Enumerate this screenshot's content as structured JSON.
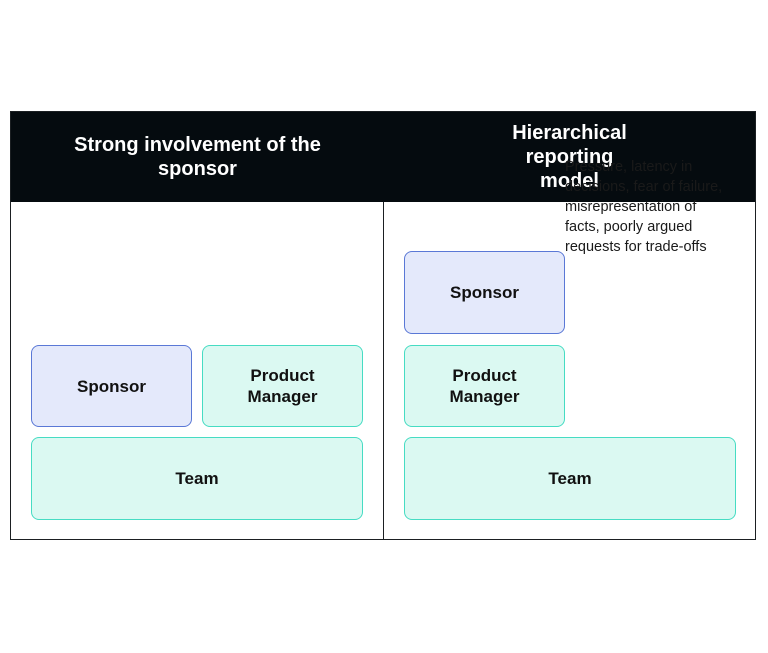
{
  "columns": [
    {
      "title": "Strong involvement of the sponsor",
      "boxes": {
        "sponsor": "Sponsor",
        "product_manager": "Product Manager",
        "team": "Team"
      }
    },
    {
      "title": "Hierarchical reporting model",
      "boxes": {
        "sponsor": "Sponsor",
        "product_manager": "Product Manager",
        "team": "Team"
      },
      "note": "Pressure, latency in decisions, fear of failure, misrepresentation of facts, poorly argued requests for trade-offs"
    }
  ],
  "colors": {
    "header_bg": "#050b0f",
    "sponsor_fill": "#e4e9fb",
    "sponsor_border": "#5a78d6",
    "teal_fill": "#dbf9f2",
    "teal_border": "#46dcc3"
  }
}
